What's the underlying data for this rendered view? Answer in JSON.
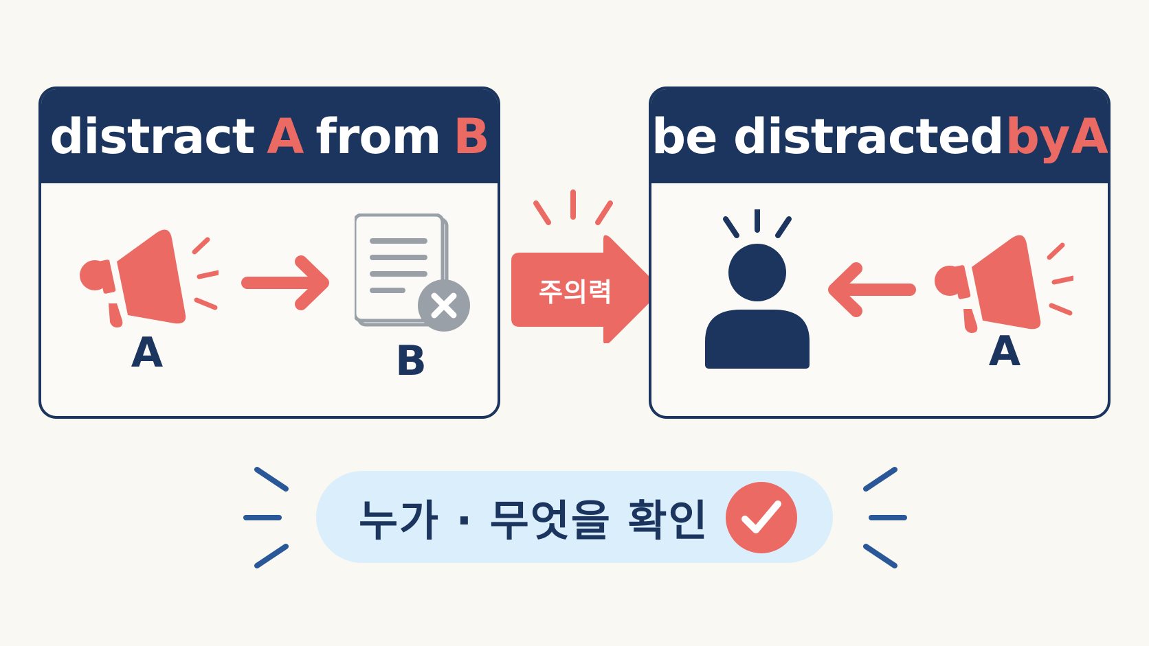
{
  "left_panel": {
    "title_parts": [
      "distract",
      "A",
      "from",
      "B"
    ],
    "label_a": "A",
    "label_b": "B"
  },
  "right_panel": {
    "title_parts": [
      "be distracted",
      "by",
      "A"
    ],
    "label_a": "A"
  },
  "center_arrow": {
    "label": "주의력"
  },
  "bottom_badge": {
    "text": "누가 · 무엇을 확인"
  },
  "icons": [
    "megaphone-icon",
    "right-arrow-icon",
    "document-icon",
    "x-mark-icon",
    "person-icon",
    "left-arrow-icon",
    "check-icon",
    "emphasis-lines-icon"
  ],
  "colors": {
    "navy": "#1b355e",
    "coral": "#ec6a64",
    "gray": "#9aa0a8",
    "light_blue": "#dbeefb",
    "background": "#faf8f2"
  }
}
